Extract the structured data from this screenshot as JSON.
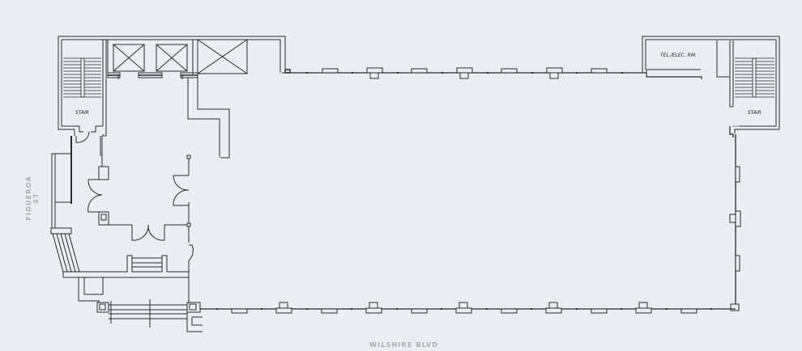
{
  "diagram": {
    "type": "architectural floor plan",
    "background_color": "#e9eef0",
    "line_color": "#2a2a2a",
    "label_color": "#a9aeb1"
  },
  "streets": {
    "bottom": "WILSHIRE BLVD",
    "left": "FIGUEROA ST"
  },
  "rooms": {
    "stair_left": "STAIR",
    "stair_right": "STAIR",
    "tel_elec": "TEL./ELEC. RM."
  },
  "elements": {
    "elevators": 2,
    "freight_shaft": 1,
    "stairs": 2,
    "top_wall_columns": 8,
    "bottom_wall_columns": 12,
    "right_wall_columns": 3,
    "double_doors": 3,
    "single_doors": 3
  }
}
